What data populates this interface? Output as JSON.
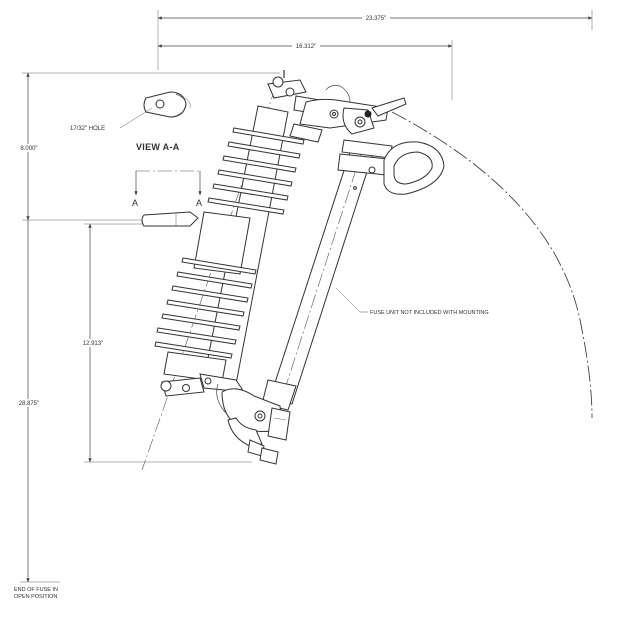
{
  "dimensions": {
    "overall_width": "23.375\"",
    "inner_width": "16.312\"",
    "top_height": "8.000\"",
    "mount_height": "12.913\"",
    "total_height": "28.875\""
  },
  "labels": {
    "hole": "17/32\" HOLE",
    "view": "VIEW A-A",
    "section_left": "A",
    "section_right": "A",
    "fuse_note": "FUSE UNIT NOT INCLUDED WITH MOUNTING",
    "end_note_line1": "END OF FUSE IN",
    "end_note_line2": "OPEN POSITION"
  }
}
